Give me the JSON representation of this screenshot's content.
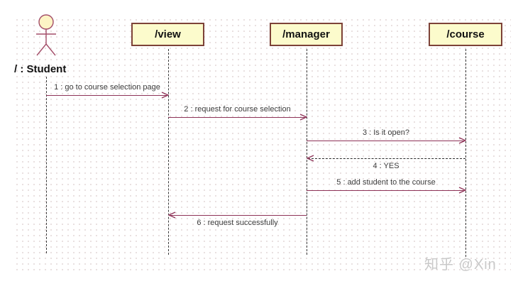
{
  "diagram_type": "uml-sequence-diagram",
  "actor": {
    "label": "/ : Student",
    "icon": "stick-figure-actor-icon"
  },
  "objects": [
    {
      "label": "/view"
    },
    {
      "label": "/manager"
    },
    {
      "label": "/course"
    }
  ],
  "messages": [
    {
      "num": 1,
      "label": "1 : go to course selection page",
      "from": "Student",
      "to": "/view",
      "style": "solid",
      "direction": "right"
    },
    {
      "num": 2,
      "label": "2 : request for course selection",
      "from": "/view",
      "to": "/manager",
      "style": "solid",
      "direction": "right"
    },
    {
      "num": 3,
      "label": "3 : Is it open?",
      "from": "/manager",
      "to": "/course",
      "style": "solid",
      "direction": "right"
    },
    {
      "num": 4,
      "label": "4 : YES",
      "from": "/course",
      "to": "/manager",
      "style": "dashed",
      "direction": "left"
    },
    {
      "num": 5,
      "label": "5 : add student to the course",
      "from": "/manager",
      "to": "/course",
      "style": "solid",
      "direction": "right"
    },
    {
      "num": 6,
      "label": "6 : request successfully",
      "from": "/manager",
      "to": "/view",
      "style": "solid",
      "direction": "left"
    }
  ],
  "watermark": {
    "text": "知乎 @Xin"
  },
  "colors": {
    "message_line": "#8e3257",
    "object_fill": "#fcfbcc",
    "object_border": "#7d4238",
    "lifeline": "#3a3a3a",
    "grid_dot": "#e5dada",
    "actor_stroke": "#a34d68",
    "watermark": "#c9c9c9"
  }
}
